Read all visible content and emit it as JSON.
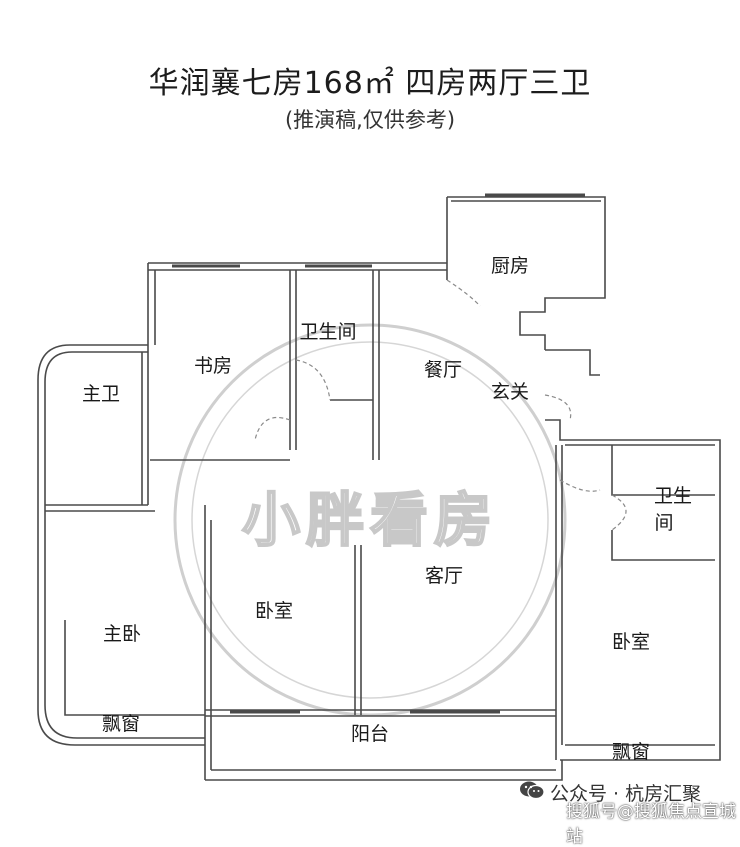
{
  "header": {
    "title": "华润襄七房168㎡ 四房两厅三卫",
    "subtitle": "(推演稿,仅供参考)"
  },
  "rooms": {
    "kitchen": "厨房",
    "study": "书房",
    "bathroom_mid": "卫生间",
    "dining": "餐厅",
    "foyer": "玄关",
    "master_bath": "主卫",
    "bathroom_right_line1": "卫生",
    "bathroom_right_line2": "间",
    "living": "客厅",
    "bedroom_mid": "卧室",
    "bedroom_right": "卧室",
    "master_bedroom": "主卧",
    "bay_window_left": "飘窗",
    "balcony": "阳台",
    "bay_window_right": "飘窗"
  },
  "watermark": {
    "text": "小胖看房"
  },
  "footer": {
    "account": "公众号 · 杭房汇聚",
    "source": "搜狐号@搜狐焦点宣城站",
    "icon": "wechat-icon"
  },
  "colors": {
    "wall": "#4a4a4a",
    "watermark": "#c8c8c8",
    "door": "#8a8a8a"
  }
}
